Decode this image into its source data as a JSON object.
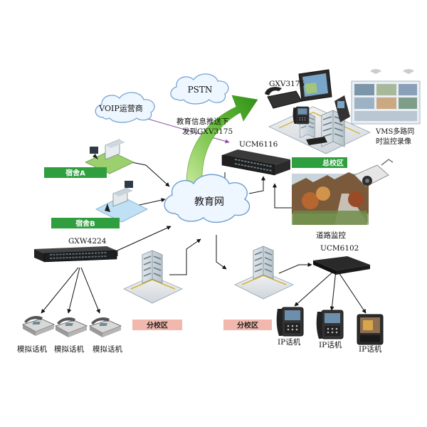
{
  "clouds": {
    "voip": "VOIP运营商",
    "pstn": "PSTN",
    "edu_net": "教育网"
  },
  "arrow_caption": {
    "line1": "教育信息推送下",
    "line2": "发到GXV3175"
  },
  "devices": {
    "gxv3175": "GXV3175",
    "ucm6116": "UCM6116",
    "gxw4224": "GXW4224",
    "ucm6102": "UCM6102",
    "vms_line1": "VMS多路同",
    "vms_line2": "时监控录像"
  },
  "tags": {
    "dorm_a": "宿舍A",
    "dorm_b": "宿舍B",
    "main_campus": "总校区",
    "branch_left": "分校区",
    "branch_right": "分校区"
  },
  "labels": {
    "road_monitor": "道路监控"
  },
  "phones": {
    "analog": [
      "模拟话机",
      "模拟话机",
      "模拟话机"
    ],
    "ip": [
      "IP话机",
      "IP话机",
      "IP话机"
    ]
  },
  "colors": {
    "green_tag": "#2e9e3e",
    "pink_tag": "#f2b8ae",
    "cloud_fill": "#eef6ff",
    "cloud_stroke": "#6f9fcf",
    "arrow_green": "#4caf2a",
    "purple_link": "#8a4fa0"
  }
}
